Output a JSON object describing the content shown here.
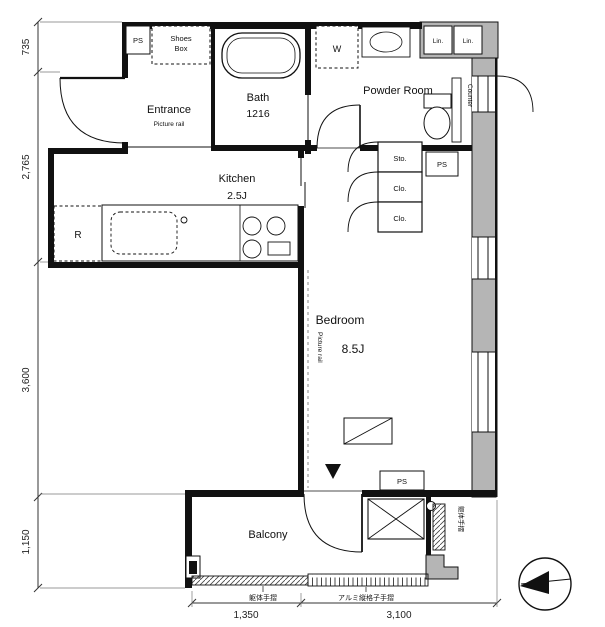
{
  "rooms": {
    "entrance": {
      "label": "Entrance",
      "picture_rail": "Picture rail"
    },
    "bath": {
      "label": "Bath",
      "tub_size": "1216"
    },
    "powder_room": {
      "label": "Powder Room"
    },
    "kitchen": {
      "label": "Kitchen",
      "size": "2.5J"
    },
    "bedroom": {
      "label": "Bedroom",
      "size": "8.5J",
      "picture_rail": "Picture rail"
    },
    "balcony": {
      "label": "Balcony"
    }
  },
  "storage": {
    "shoes_box_line1": "Shoes",
    "shoes_box_line2": "Box",
    "sto": "Sto.",
    "clo_upper": "Clo.",
    "clo_lower": "Clo.",
    "lin_left": "Lin.",
    "lin_right": "Lin."
  },
  "fixtures": {
    "washer": "W",
    "fridge": "R",
    "counter": "Counter"
  },
  "shafts": {
    "ps_entrance": "PS",
    "ps_powder": "PS",
    "ps_bedroom": "PS"
  },
  "dimensions": {
    "left": [
      "735",
      "2,765",
      "3,600",
      "1,150"
    ],
    "bottom": [
      "1,350",
      "3,100"
    ]
  },
  "annotations": {
    "handrail_right": "躯体手摺",
    "handrail_concrete": "躯体手摺",
    "handrail_aluminum": "アルミ縦格子手摺"
  },
  "colors": {
    "wall": "#111111",
    "concrete": "#b5b5b5",
    "background": "#ffffff"
  }
}
